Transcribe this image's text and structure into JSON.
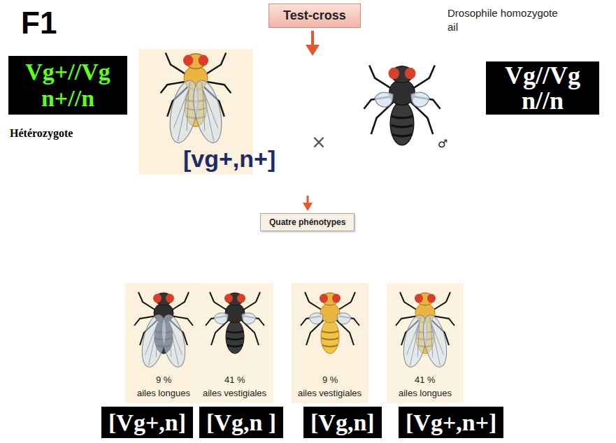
{
  "diagram": {
    "nodes": [
      {
        "text": [
          "Test-cross"
        ]
      },
      {
        "text": [
          "Vg+//Vg",
          "n+//n"
        ]
      },
      {
        "text": [
          "Vg//Vg",
          "n//n"
        ]
      },
      {
        "text": [
          "Quatre phénotypes"
        ]
      },
      {
        "text": [
          "[Vg+,n]"
        ]
      },
      {
        "text": [
          "[Vg,n ]"
        ]
      },
      {
        "text": [
          "[Vg,n]"
        ]
      },
      {
        "text": [
          "[Vg+,n+]"
        ]
      }
    ],
    "labels": [
      "F1",
      "Hétérozygote",
      "[vg+,n+]",
      "×",
      "Drosophile homozygote",
      "ail",
      "♂",
      "9 %",
      "ailes longues",
      "41 %",
      "ailes vestigiales",
      "9 %",
      "ailes vestigiales",
      "41 %",
      "ailes longues"
    ]
  }
}
